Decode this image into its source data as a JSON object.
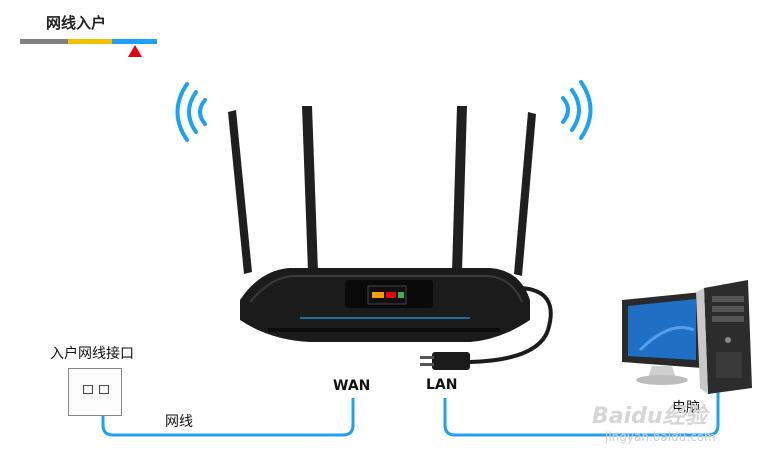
{
  "top_label": "网线入户",
  "progress_colors": [
    "#808080",
    "#f2c200",
    "#1da1f2"
  ],
  "marker_color": "#e60012",
  "labels": {
    "jack": "入户网线接口",
    "cable": "网线",
    "wan": "WAN",
    "lan": "LAN",
    "computer": "电脑"
  },
  "watermark": {
    "brand": "Baidu经验",
    "url": "jingyan.baidu.com"
  },
  "colors": {
    "cable": "#1da1f2",
    "wifi": "#1da1f2",
    "router_body": "#1b1b1b",
    "monitor_screen": "#1f6fc4"
  }
}
